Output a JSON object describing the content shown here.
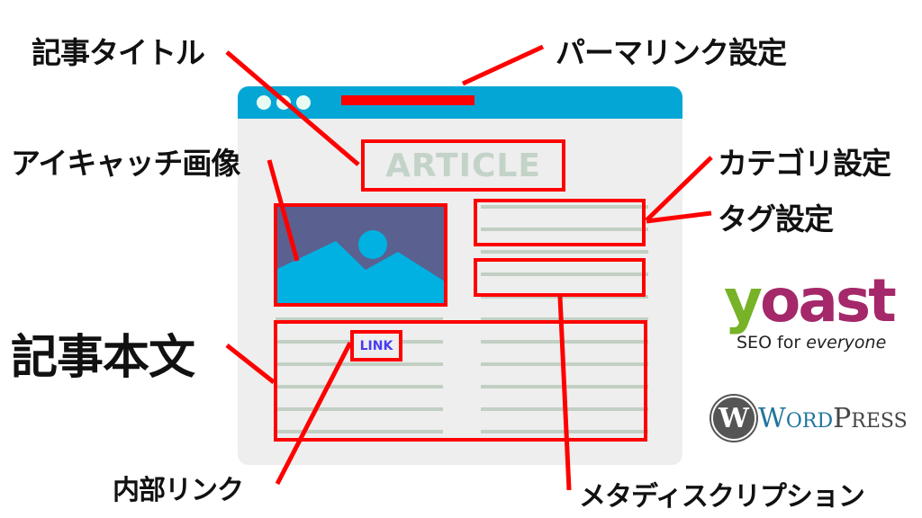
{
  "labels": {
    "article_title": "記事タイトル",
    "permalink": "パーマリンク設定",
    "featured_image": "アイキャッチ画像",
    "category": "カテゴリ設定",
    "tags": "タグ設定",
    "article_body": "記事本文",
    "internal_link": "内部リンク",
    "meta_description": "メタディスクリプション"
  },
  "mockup": {
    "title_text": "ARTICLE",
    "link_text": "LINK",
    "colors": {
      "topbar": "#04a6d6",
      "window_bg": "#eeeeee",
      "highlight": "#ff0000",
      "text_lines": "#c2cfc3",
      "image_bg": "#5a6090",
      "image_mountains": "#00b1e2",
      "link_text": "#4a3cf0"
    }
  },
  "logos": {
    "yoast": {
      "y": "y",
      "rest": "oast",
      "tagline_plain": "SEO for ",
      "tagline_italic": "everyone"
    },
    "wordpress": {
      "glyph": "W",
      "word_first": "W",
      "word_rest": "ORD",
      "press_first": "P",
      "press_rest": "RESS"
    }
  }
}
